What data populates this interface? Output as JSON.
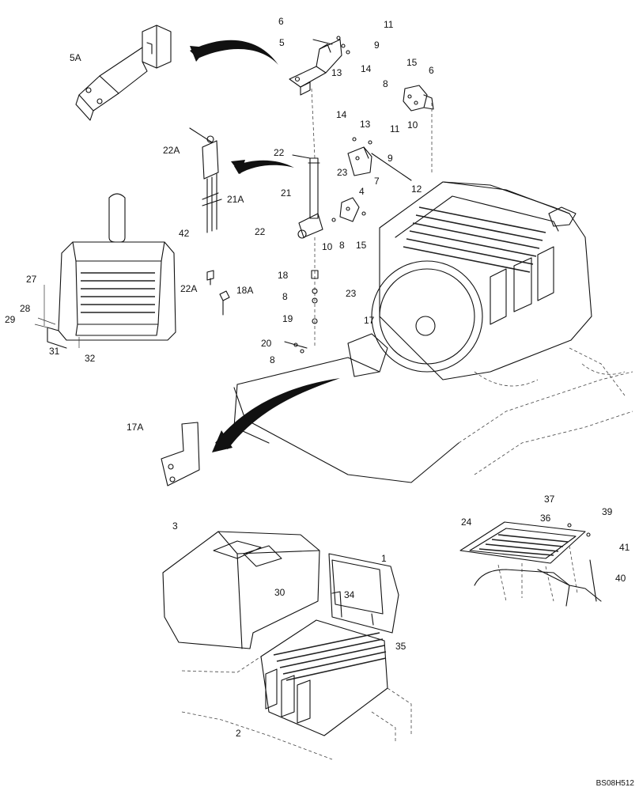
{
  "drawing_code": "BS08H512",
  "callouts": [
    "6",
    "11",
    "9",
    "5",
    "13",
    "14",
    "5A",
    "15",
    "8",
    "6",
    "10",
    "11",
    "14",
    "13",
    "9",
    "22A",
    "22",
    "23",
    "12",
    "7",
    "21",
    "4",
    "21A",
    "42",
    "22",
    "10",
    "8",
    "15",
    "27",
    "28",
    "29",
    "31",
    "32",
    "22A",
    "18A",
    "18",
    "8",
    "23",
    "19",
    "17",
    "20",
    "8",
    "17A",
    "3",
    "1",
    "30",
    "34",
    "35",
    "2",
    "24",
    "37",
    "36",
    "39",
    "41",
    "40"
  ]
}
